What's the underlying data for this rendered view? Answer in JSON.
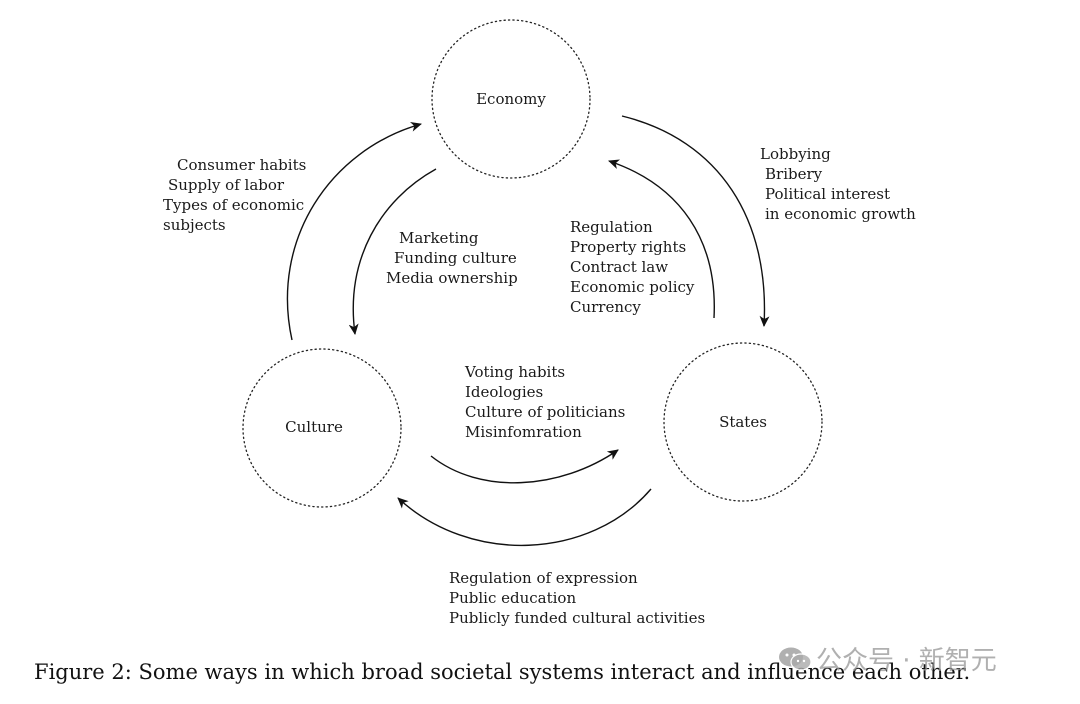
{
  "diagram": {
    "nodes": {
      "economy": "Economy",
      "culture": "Culture",
      "states": "States"
    },
    "edges": {
      "culture_to_economy": [
        "Consumer habits",
        "Supply of labor",
        "Types of economic",
        "subjects"
      ],
      "economy_to_culture": [
        "Marketing",
        "Funding culture",
        "Media ownership"
      ],
      "states_to_economy": [
        "Regulation",
        "Property rights",
        "Contract law",
        "Economic policy",
        "Currency"
      ],
      "economy_to_states": [
        "Lobbying",
        "Bribery",
        "Political interest",
        "in economic growth"
      ],
      "culture_to_states": [
        "Voting habits",
        "Ideologies",
        "Culture of politicians",
        "Misinfomration"
      ],
      "states_to_culture": [
        "Regulation of expression",
        "Public education",
        "Publicly funded cultural activities"
      ]
    }
  },
  "caption": "Figure 2: Some ways in which broad societal systems interact and influence each other.",
  "watermark": {
    "text": "公众号 · 新智元",
    "icon": "wechat-icon"
  }
}
